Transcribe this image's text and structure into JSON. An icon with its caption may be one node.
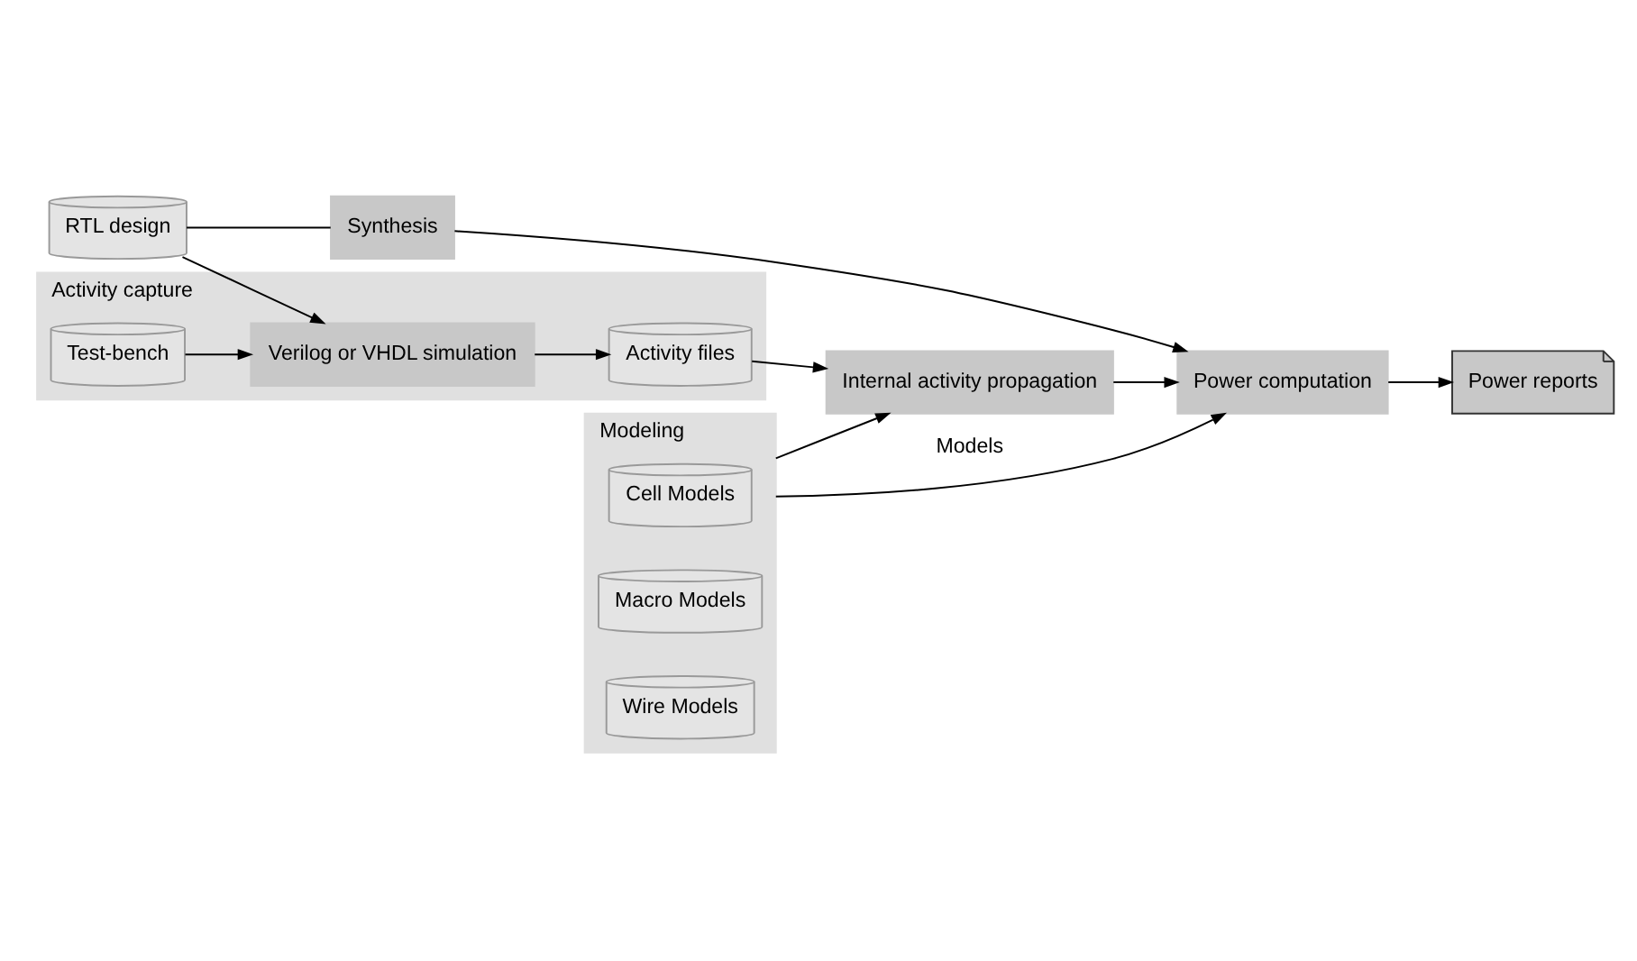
{
  "diagram": {
    "nodes": [
      {
        "text": [
          "RTL design"
        ]
      },
      {
        "text": [
          "Activity capture"
        ]
      },
      {
        "text": [
          "Test-bench"
        ],
        "in": 1
      },
      {
        "text": [
          "Verilog or VHDL simulation"
        ],
        "in": 1
      },
      {
        "text": [
          "Activity files"
        ],
        "in": 1
      },
      {
        "text": [
          "Internal activity propagation"
        ]
      },
      {
        "text": [
          "Modeling"
        ]
      },
      {
        "text": [
          "Cell Models"
        ],
        "in": 6
      },
      {
        "text": [
          "Macro Models"
        ],
        "in": 6
      },
      {
        "text": [
          "Wire Models"
        ],
        "in": 6
      },
      {
        "text": [
          "Synthesis"
        ]
      },
      {
        "text": [
          "Power computation"
        ]
      },
      {
        "text": [
          "Power reports"
        ]
      }
    ],
    "edges": [
      {
        "from": 0,
        "to": 3,
        "arrow": "to"
      },
      {
        "from": 2,
        "to": 3,
        "arrow": "to"
      },
      {
        "from": 3,
        "to": 4,
        "arrow": "to"
      },
      {
        "from": 4,
        "to": 5,
        "arrow": "to"
      },
      {
        "from": 6,
        "to": 5,
        "arrow": "to"
      },
      {
        "from": 0,
        "to": 10,
        "arrow": "none"
      },
      {
        "from": 5,
        "to": 11,
        "arrow": "to"
      },
      {
        "from": 10,
        "to": 11,
        "arrow": "to"
      },
      {
        "from": 6,
        "to": 11,
        "label": "Models",
        "arrow": "to"
      },
      {
        "from": 11,
        "to": 12,
        "arrow": "to"
      }
    ]
  }
}
